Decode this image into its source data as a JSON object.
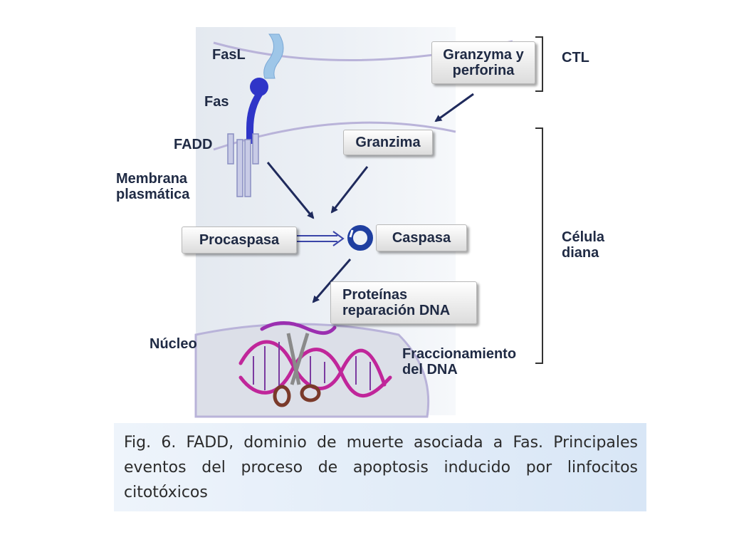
{
  "labels": {
    "fasl": "FasL",
    "fas": "Fas",
    "fadd": "FADD",
    "membrane": [
      "Membrana",
      "plasmática"
    ],
    "ctl": "CTL",
    "target_cell": [
      "Célula",
      "diana"
    ],
    "nucleus": "Núcleo",
    "dna_fragmentation": [
      "Fraccionamiento",
      "del DNA"
    ]
  },
  "boxes": {
    "granzyme_perforin": [
      "Granzyma y",
      "perforina"
    ],
    "granzyme": "Granzima",
    "procaspase": "Procaspasa",
    "caspase": "Caspasa",
    "dna_repair": [
      "Proteínas",
      "reparación  DNA"
    ]
  },
  "caption": "Fig. 6. FADD, dominio de muerte asociada  a Fas. Principales eventos del proceso de apoptosis inducido por linfocitos citotóxicos",
  "colors": {
    "background_panel": "#e8edf3",
    "membrane": "#b9b3d9",
    "fas_receptor": "#2f35c8",
    "arrows": "#1f2a5c",
    "caspase_ring": "#1f3fa0",
    "dna_strand": "#c0269a",
    "caption_background": "#d8e6f6"
  },
  "icons": [
    "scissors-icon",
    "dna-helix-icon",
    "caspase-ring-icon"
  ]
}
